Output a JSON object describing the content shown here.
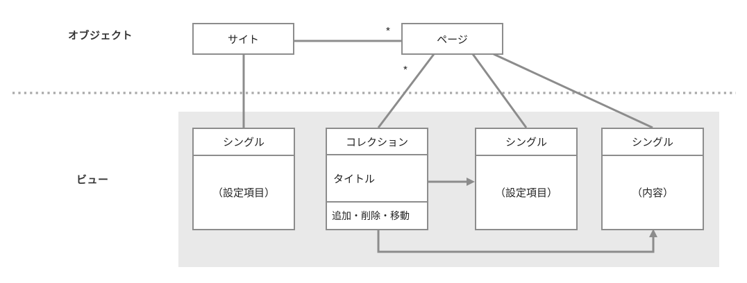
{
  "diagram": {
    "title_row_labels": {
      "object_layer": "オブジェクト",
      "view_layer": "ビュー"
    },
    "multiplicity_markers": [
      {
        "name": "site-to-page",
        "symbol": "*"
      },
      {
        "name": "page-to-collection",
        "symbol": "*"
      }
    ],
    "colors": {
      "border": "#8c8c8c",
      "panel_background": "#e9e9e9",
      "connector": "#8c8c8c",
      "divider": "#a8a8a8",
      "text": "#222222",
      "label_text": "#333333"
    },
    "object_nodes": [
      {
        "name": "site",
        "title": "サイト"
      },
      {
        "name": "page",
        "title": "ページ"
      }
    ],
    "view_nodes": [
      {
        "name": "single-settings-left",
        "title": "シングル",
        "body": "（設定項目）"
      },
      {
        "name": "collection",
        "title": "コレクション",
        "body": "タイトル",
        "foot": "追加・削除・移動"
      },
      {
        "name": "single-settings-right",
        "title": "シングル",
        "body": "（設定項目）"
      },
      {
        "name": "single-content",
        "title": "シングル",
        "body": "（内容）"
      }
    ]
  }
}
